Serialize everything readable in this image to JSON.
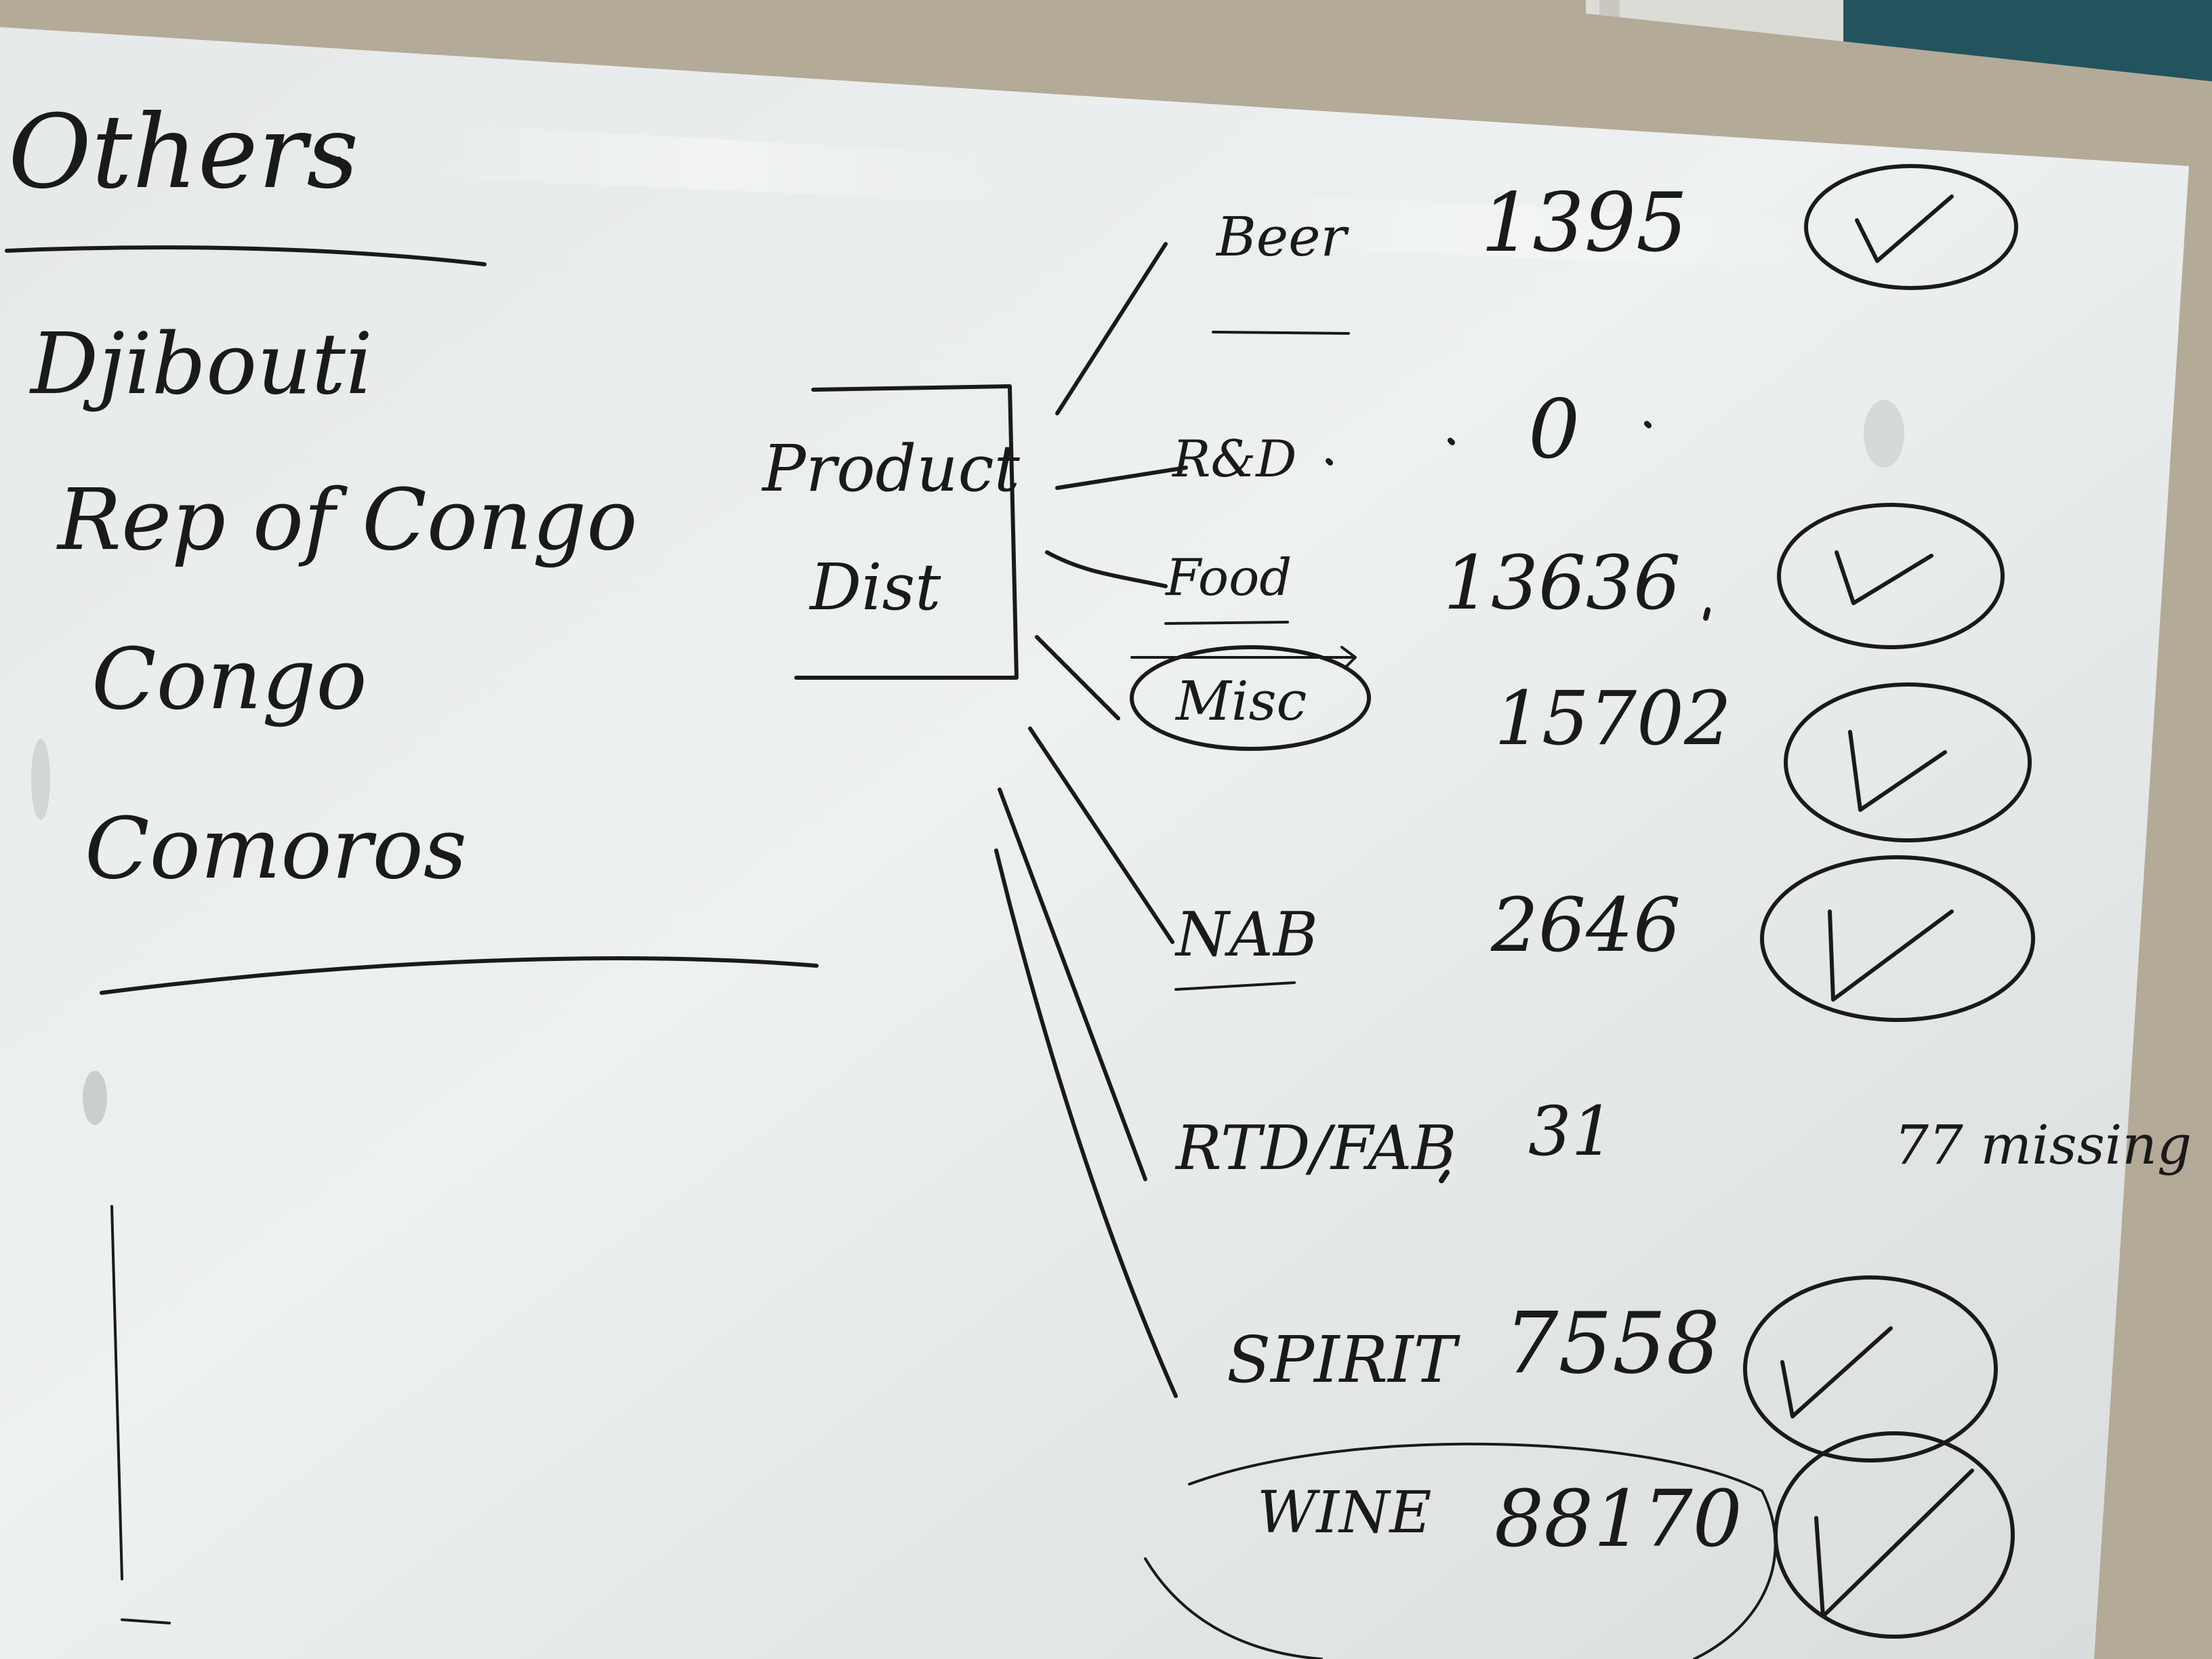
{
  "whiteboard": {
    "left_list": {
      "heading": "Others",
      "items": [
        "Djibouti",
        "Rep of Congo",
        "Congo",
        "Comoros"
      ]
    },
    "center_box": {
      "line1": "Product",
      "line2": "Dist"
    },
    "rows": [
      {
        "label": "Beer",
        "value": "1395",
        "checked": true
      },
      {
        "label": "R&D",
        "value": "0",
        "checked": false
      },
      {
        "label": "Food",
        "value": "13636",
        "checked": true
      },
      {
        "label": "Misc",
        "value": "15702",
        "checked": true
      },
      {
        "label": "NAB",
        "value": "2646",
        "checked": true
      },
      {
        "label": "RTD/FAB",
        "value": "31",
        "checked": false,
        "note": "77 missing"
      },
      {
        "label": "SPIRIT",
        "value": "7558",
        "checked": true
      },
      {
        "label": "WINE",
        "value": "88170",
        "checked": true
      }
    ],
    "colors": {
      "board": "#e9ecec",
      "frame": "#b5ab98",
      "wall": "#1f4f5a",
      "ink": "#1a1a1a"
    }
  }
}
